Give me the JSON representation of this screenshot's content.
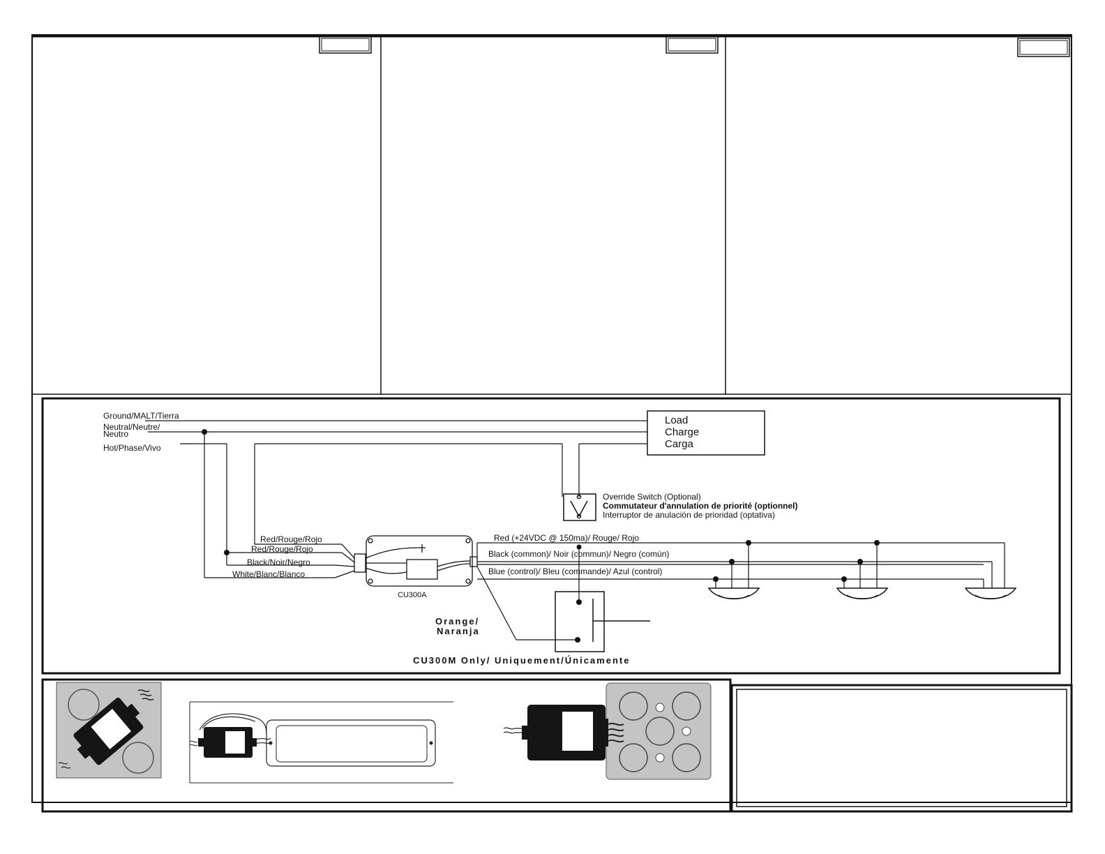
{
  "wiring": {
    "ground": "Ground/MALT/Tierra",
    "neutral_1": "Neutral/Neutre/",
    "neutral_2": "Neutro",
    "hot": "Hot/Phase/Vivo",
    "red_1": "Red/Rouge/Rojo",
    "red_2": "Red/Rouge/Rojo",
    "black": "Black/Noir/Negro",
    "white": "White/Blanc/Blanco",
    "device": "CU300A",
    "red_24v": "Red (+24VDC @ 150ma)/ Rouge/ Rojo",
    "black_common": "Black (common)/ Noir (commun)/ Negro (común)",
    "blue_control": "Blue (control)/ Bleu (commande)/ Azul (control)",
    "orange_1": "Orange/",
    "orange_2": "Naranja",
    "cu300m_note": "CU300M Only/ Uniquement/Únicamente",
    "load": [
      "Load",
      "Charge",
      "Carga"
    ],
    "override": [
      "Override Switch (Optional)",
      "Commutateur d'annulation de priorité  (optionnel)",
      "Interruptor de anulación de prioridad (optativa)"
    ]
  },
  "colors": {
    "line": "#111111",
    "panel_gray": "#c4c4c4",
    "device_black": "#151515"
  }
}
